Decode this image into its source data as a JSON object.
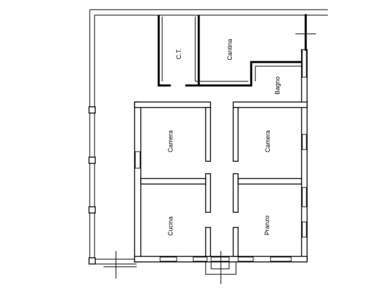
{
  "plan": {
    "rooms": [
      {
        "id": "ct",
        "label": "C.T."
      },
      {
        "id": "cantina",
        "label": "Cantina"
      },
      {
        "id": "bagno",
        "label": "Bagno"
      },
      {
        "id": "camera1",
        "label": "Camera"
      },
      {
        "id": "camera2",
        "label": "Camera"
      },
      {
        "id": "cucina",
        "label": "Cucina"
      },
      {
        "id": "pranzo",
        "label": "Pranzo"
      }
    ],
    "colors": {
      "line": "#000000",
      "background": "#ffffff"
    }
  }
}
